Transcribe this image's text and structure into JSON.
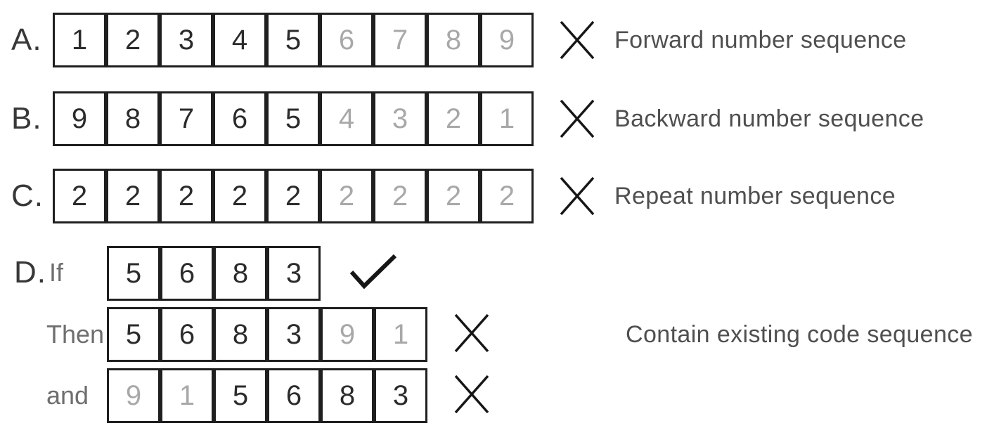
{
  "colors": {
    "border": "#1f1f1f",
    "digit_dark": "#2b2b2b",
    "digit_muted": "#a8a8a8",
    "label_dark": "#383838",
    "label_gray": "#6e6e6e",
    "description_text": "#4f4f4f",
    "mark_stroke": "#161616",
    "background": "#ffffff"
  },
  "rows": [
    {
      "label": "A.",
      "digits": [
        {
          "value": "1",
          "muted": false
        },
        {
          "value": "2",
          "muted": false
        },
        {
          "value": "3",
          "muted": false
        },
        {
          "value": "4",
          "muted": false
        },
        {
          "value": "5",
          "muted": false
        },
        {
          "value": "6",
          "muted": true
        },
        {
          "value": "7",
          "muted": true
        },
        {
          "value": "8",
          "muted": true
        },
        {
          "value": "9",
          "muted": true
        }
      ],
      "mark": "cross",
      "description": "Forward number sequence"
    },
    {
      "label": "B.",
      "digits": [
        {
          "value": "9",
          "muted": false
        },
        {
          "value": "8",
          "muted": false
        },
        {
          "value": "7",
          "muted": false
        },
        {
          "value": "6",
          "muted": false
        },
        {
          "value": "5",
          "muted": false
        },
        {
          "value": "4",
          "muted": true
        },
        {
          "value": "3",
          "muted": true
        },
        {
          "value": "2",
          "muted": true
        },
        {
          "value": "1",
          "muted": true
        }
      ],
      "mark": "cross",
      "description": "Backward number sequence"
    },
    {
      "label": "C.",
      "digits": [
        {
          "value": "2",
          "muted": false
        },
        {
          "value": "2",
          "muted": false
        },
        {
          "value": "2",
          "muted": false
        },
        {
          "value": "2",
          "muted": false
        },
        {
          "value": "2",
          "muted": false
        },
        {
          "value": "2",
          "muted": true
        },
        {
          "value": "2",
          "muted": true
        },
        {
          "value": "2",
          "muted": true
        },
        {
          "value": "2",
          "muted": true
        }
      ],
      "mark": "cross",
      "description": "Repeat number sequence"
    }
  ],
  "d": {
    "label": "D.",
    "description": "Contain existing code sequence",
    "lines": [
      {
        "prefix": "If",
        "digits": [
          {
            "value": "5",
            "muted": false
          },
          {
            "value": "6",
            "muted": false
          },
          {
            "value": "8",
            "muted": false
          },
          {
            "value": "3",
            "muted": false
          }
        ],
        "mark": "check"
      },
      {
        "prefix": "Then",
        "digits": [
          {
            "value": "5",
            "muted": false
          },
          {
            "value": "6",
            "muted": false
          },
          {
            "value": "8",
            "muted": false
          },
          {
            "value": "3",
            "muted": false
          },
          {
            "value": "9",
            "muted": true
          },
          {
            "value": "1",
            "muted": true
          }
        ],
        "mark": "cross"
      },
      {
        "prefix": "and",
        "digits": [
          {
            "value": "9",
            "muted": true
          },
          {
            "value": "1",
            "muted": true
          },
          {
            "value": "5",
            "muted": false
          },
          {
            "value": "6",
            "muted": false
          },
          {
            "value": "8",
            "muted": false
          },
          {
            "value": "3",
            "muted": false
          }
        ],
        "mark": "cross"
      }
    ]
  }
}
